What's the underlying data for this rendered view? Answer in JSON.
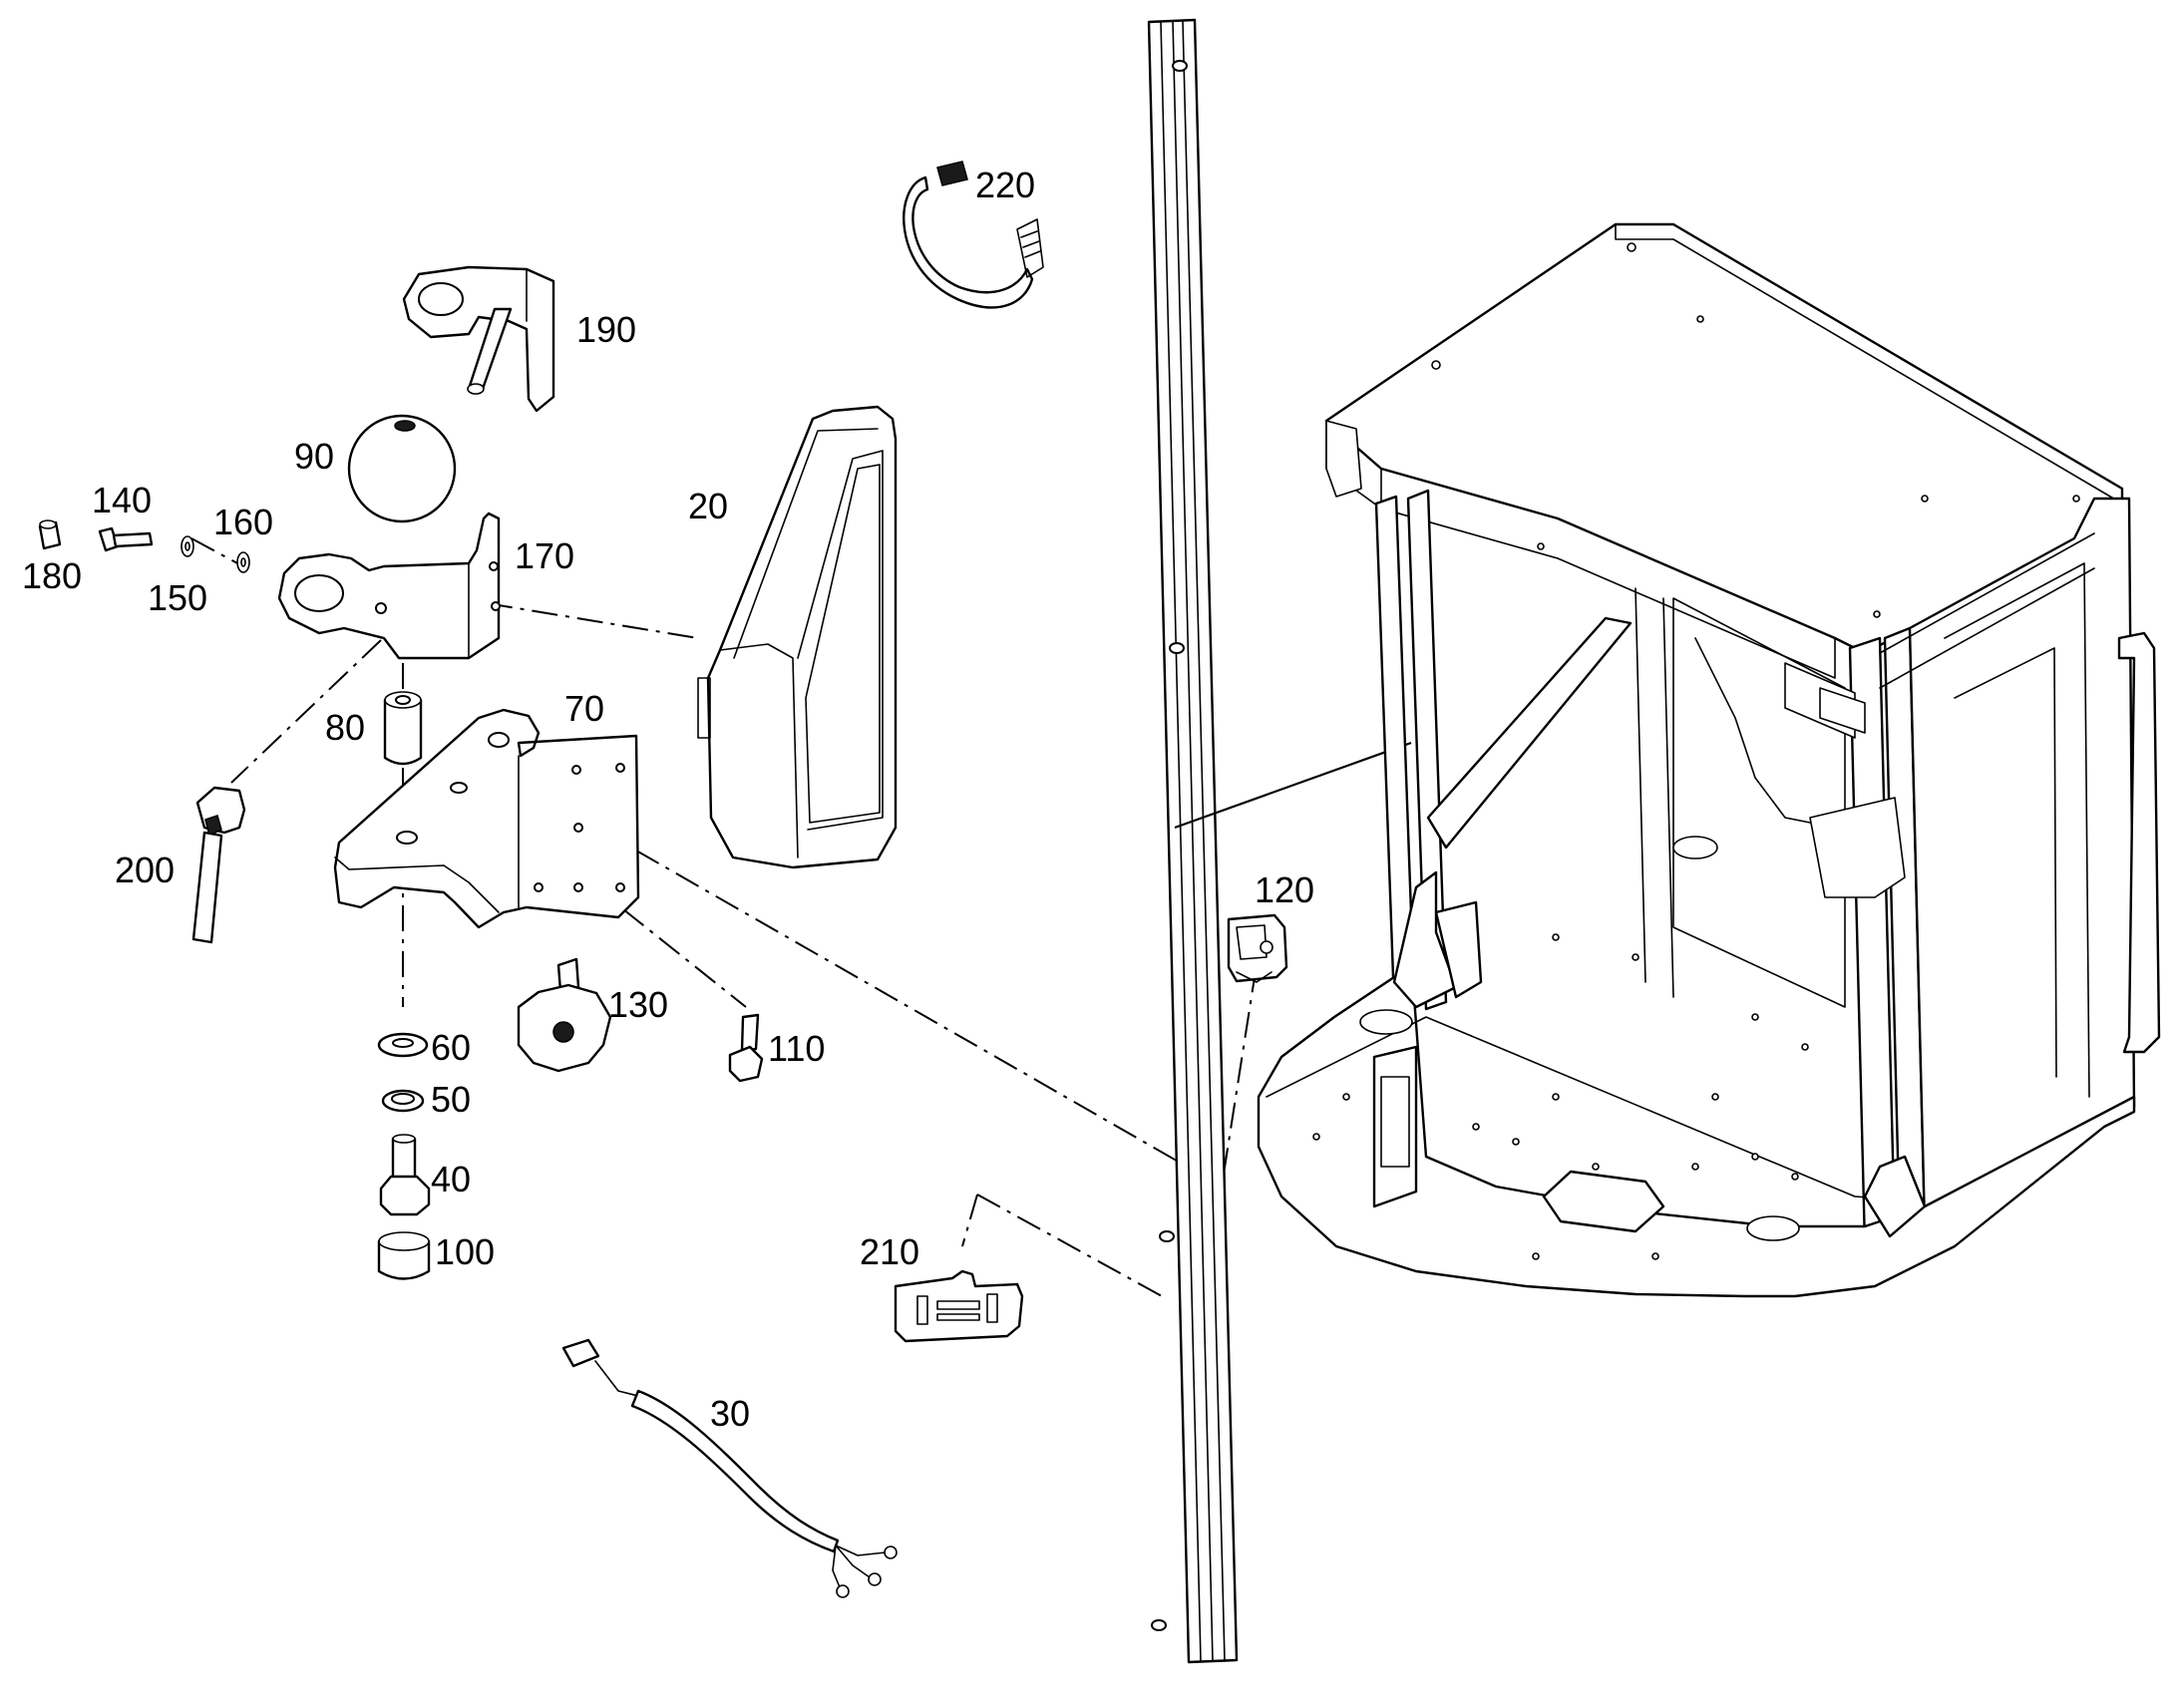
{
  "diagram": {
    "callouts": {
      "c20": "20",
      "c30": "30",
      "c40": "40",
      "c50": "50",
      "c60": "60",
      "c70": "70",
      "c80": "80",
      "c90": "90",
      "c100": "100",
      "c110": "110",
      "c120": "120",
      "c130": "130",
      "c140": "140",
      "c150": "150",
      "c160": "160",
      "c170": "170",
      "c180": "180",
      "c190": "190",
      "c200": "200",
      "c210": "210",
      "c220": "220"
    }
  }
}
